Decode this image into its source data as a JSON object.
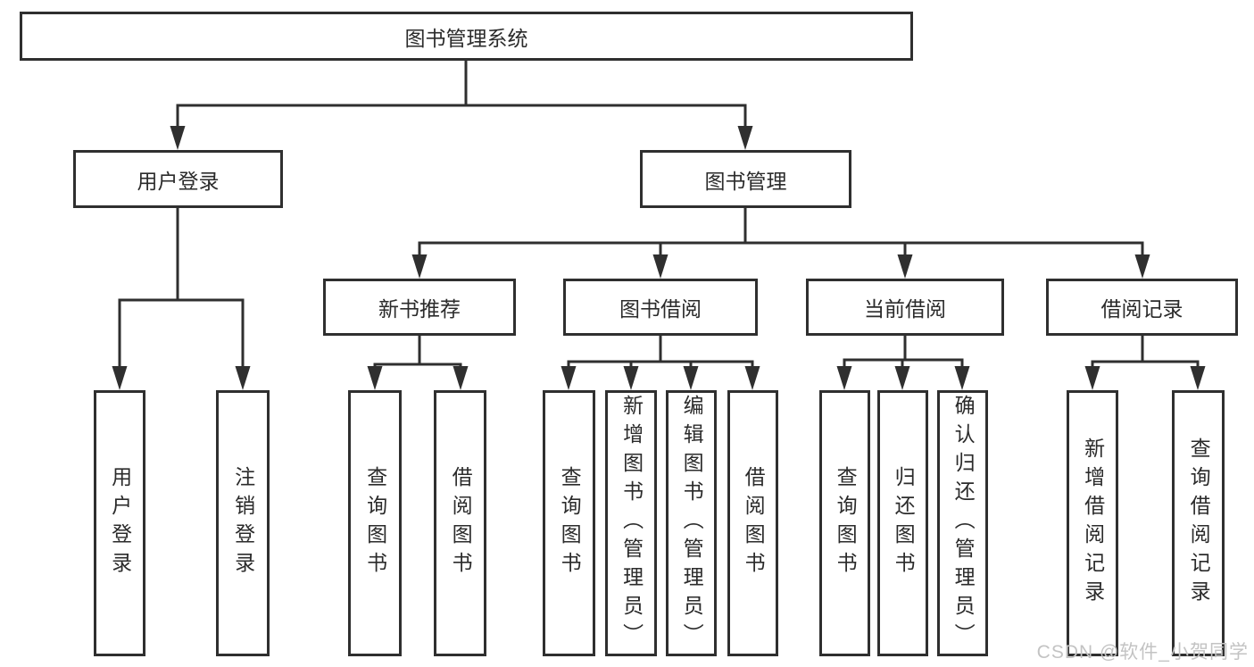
{
  "diagram": {
    "tree": {
      "label": "图书管理系统",
      "children": [
        {
          "label": "用户登录",
          "children": [
            {
              "label": "用户登录"
            },
            {
              "label": "注销登录"
            }
          ]
        },
        {
          "label": "图书管理",
          "children": [
            {
              "label": "新书推荐",
              "children": [
                {
                  "label": "查询图书"
                },
                {
                  "label": "借阅图书"
                }
              ]
            },
            {
              "label": "图书借阅",
              "children": [
                {
                  "label": "查询图书"
                },
                {
                  "label": "新增图书（管理员）"
                },
                {
                  "label": "编辑图书（管理员）"
                },
                {
                  "label": "借阅图书"
                }
              ]
            },
            {
              "label": "当前借阅",
              "children": [
                {
                  "label": "查询图书"
                },
                {
                  "label": "归还图书"
                },
                {
                  "label": "确认归还（管理员）"
                }
              ]
            },
            {
              "label": "借阅记录",
              "children": [
                {
                  "label": "新增借阅记录"
                },
                {
                  "label": "查询借阅记录"
                }
              ]
            }
          ]
        }
      ]
    }
  },
  "watermark": {
    "text": "CSDN @软件_小贺同学"
  },
  "colors": {
    "line": "#2f2f2f",
    "text": "#2b2b2b",
    "background": "#ffffff",
    "watermark": "#c3c3c3"
  }
}
